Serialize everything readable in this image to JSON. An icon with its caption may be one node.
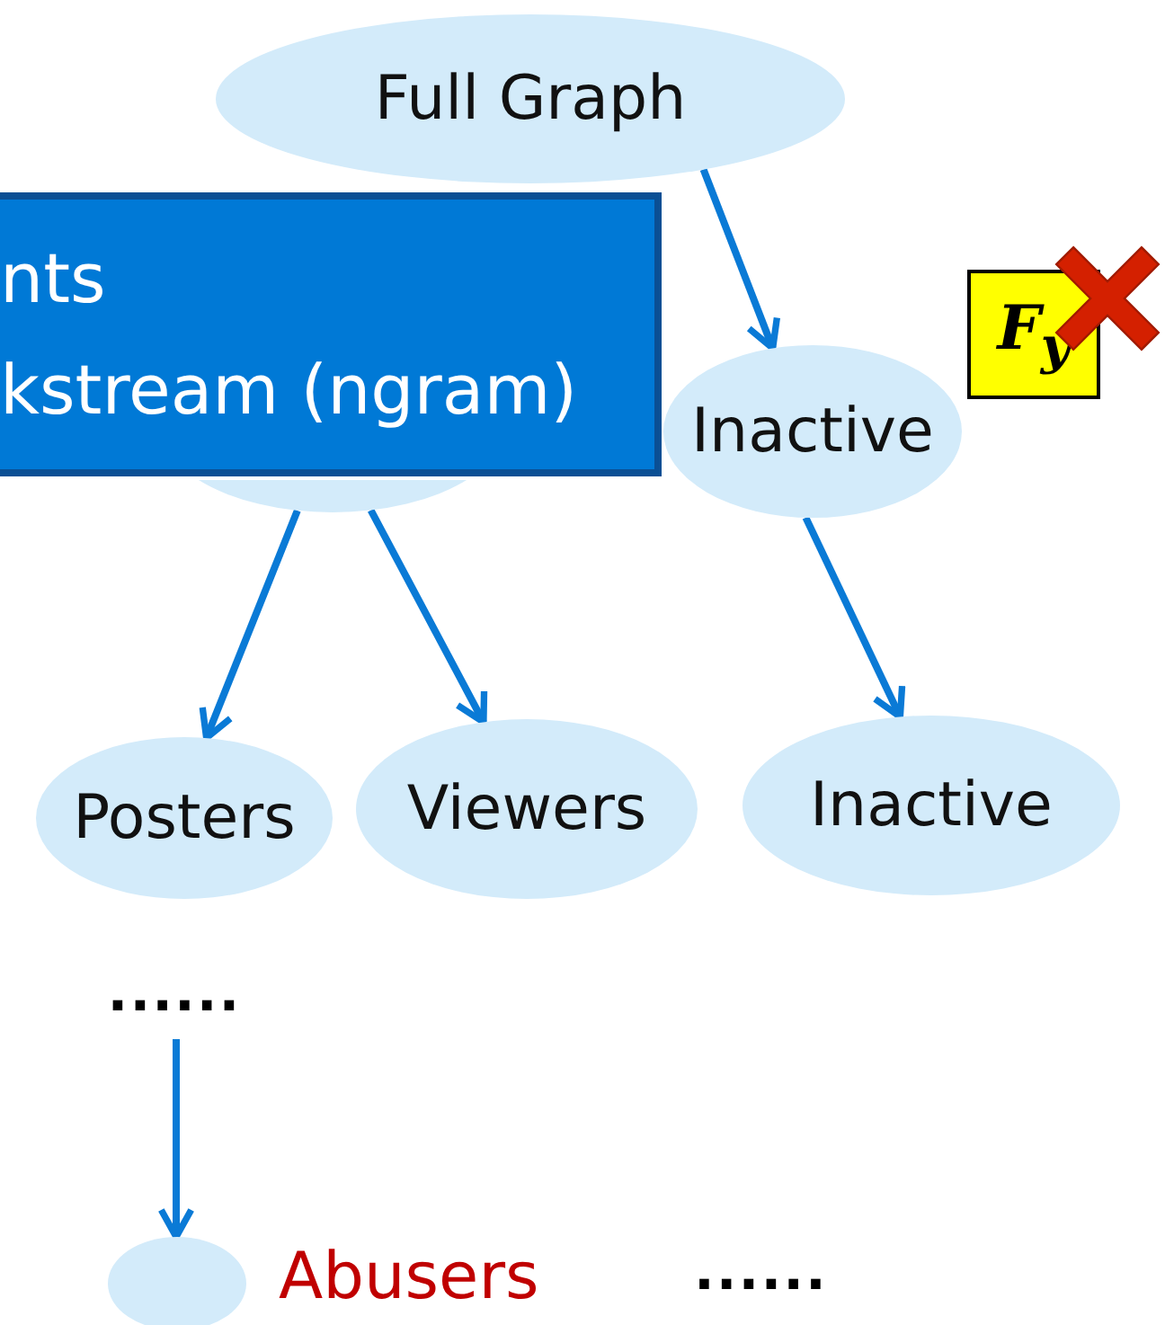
{
  "diagram": {
    "nodes": [
      {
        "text": [
          "Full Graph"
        ]
      },
      {
        "text": [
          "nts",
          "kstream (ngram)"
        ]
      },
      {
        "text": [],
        "shape": "ellipse"
      },
      {
        "text": [
          "Inactive"
        ]
      },
      {
        "text": [
          "F$_{y}$"
        ]
      },
      {
        "text": [
          "Posters"
        ]
      },
      {
        "text": [
          "Viewers"
        ]
      },
      {
        "text": [
          "Inactive"
        ]
      },
      {
        "text": [
          "......"
        ]
      },
      {
        "text": [],
        "shape": "ellipse",
        "beside": [
          "Abusers"
        ]
      }
    ],
    "edges": [
      {
        "from": 0,
        "to": 3,
        "arrow": "to"
      },
      {
        "from": 2,
        "to": 5,
        "arrow": "to"
      },
      {
        "from": 2,
        "to": 6,
        "arrow": "to"
      },
      {
        "from": 3,
        "to": 7,
        "arrow": "to"
      },
      {
        "from": 8,
        "to": 9,
        "arrow": "to"
      }
    ],
    "labels": [
      "......"
    ]
  }
}
